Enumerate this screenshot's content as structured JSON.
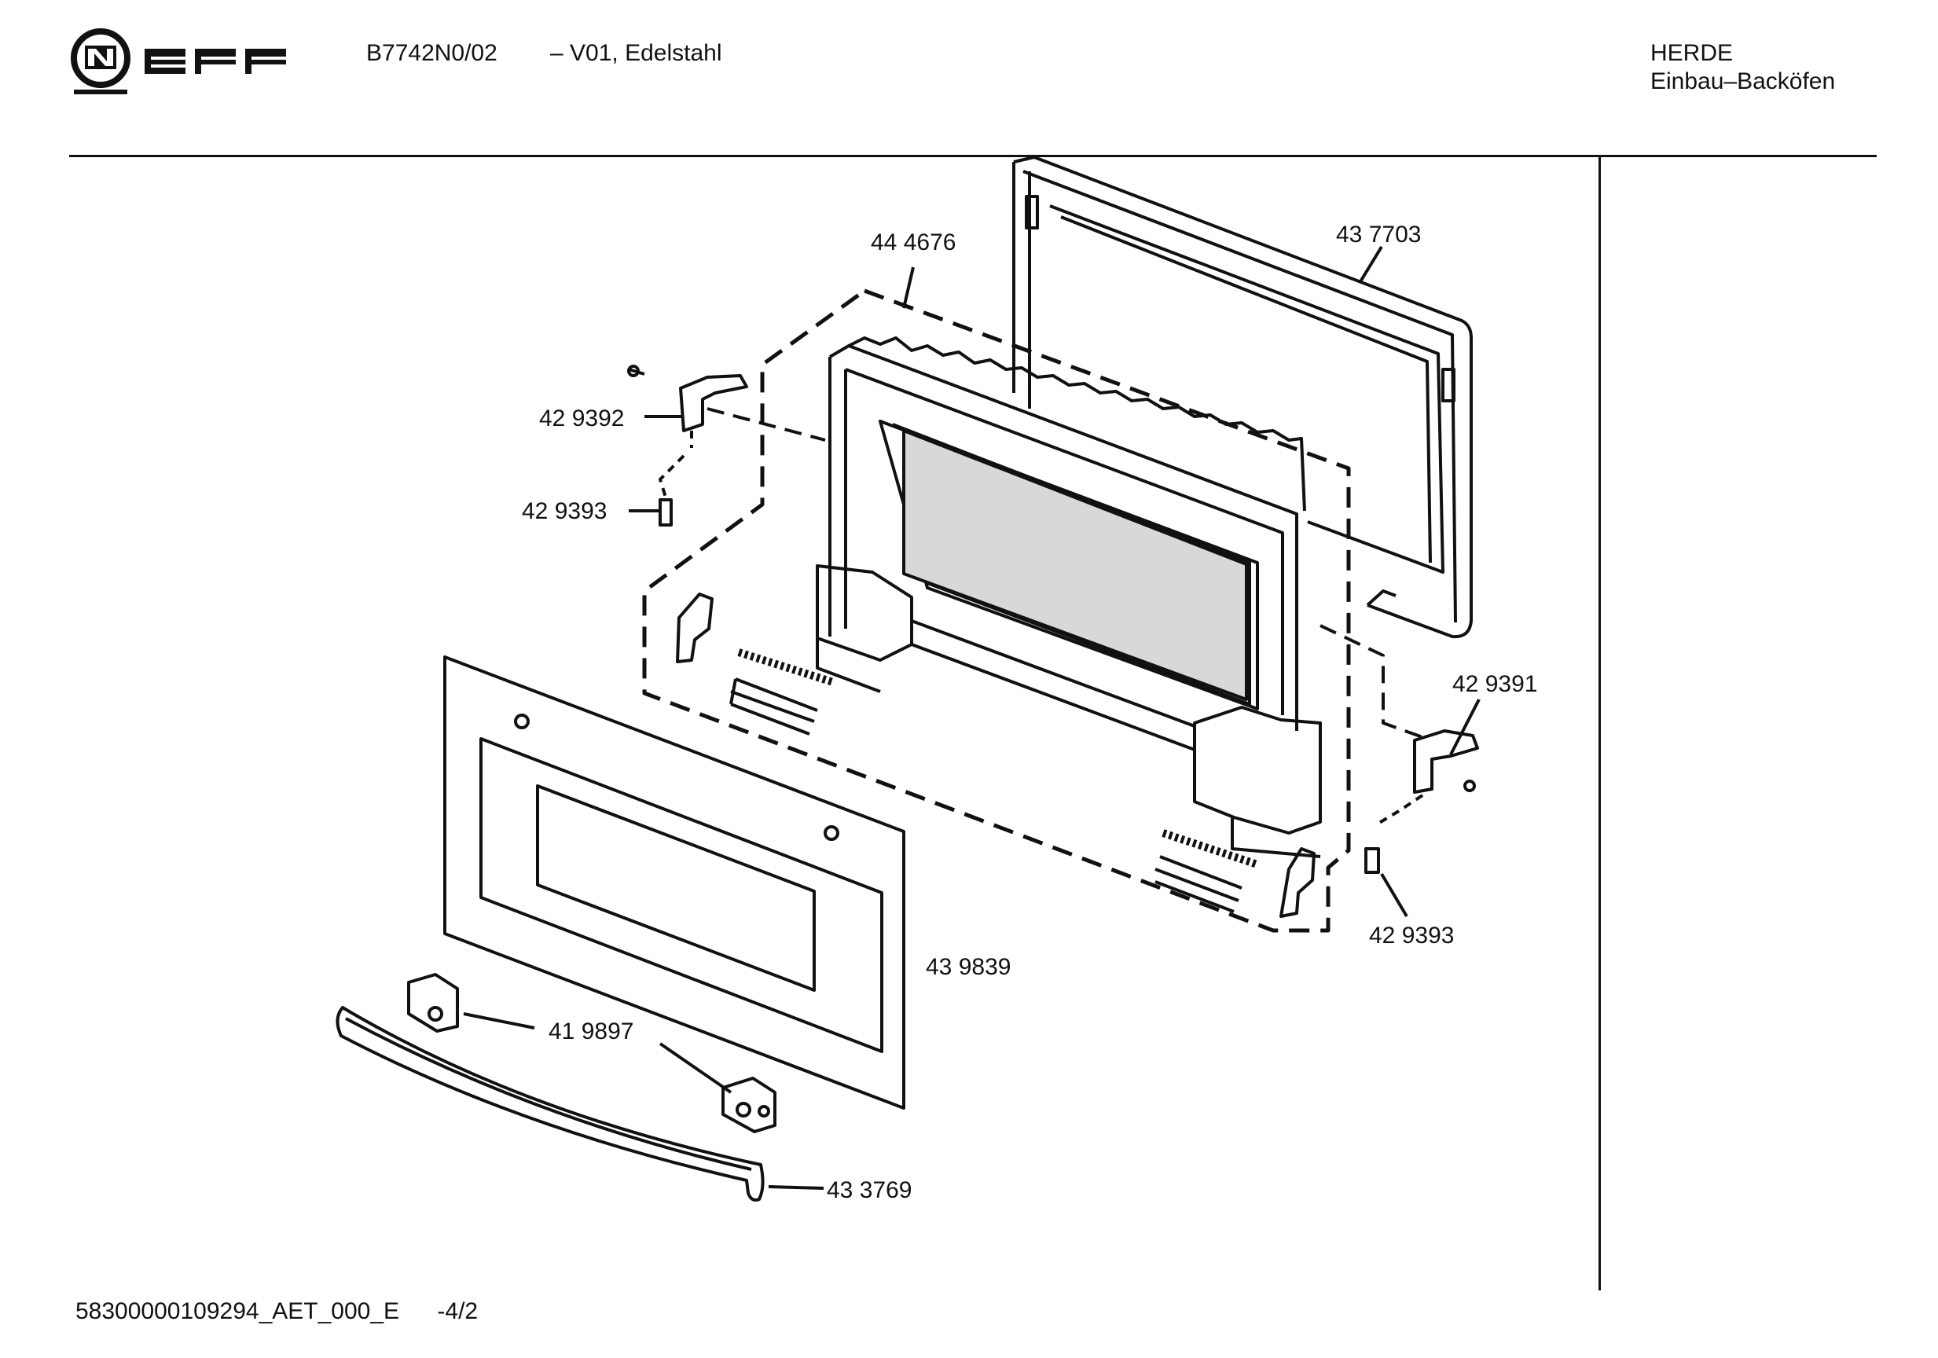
{
  "header": {
    "model": "B7742N0/02",
    "variant": "– V01, Edelstahl",
    "category": "HERDE",
    "subcategory": "Einbau–Backöfen"
  },
  "footer": {
    "doc_code": "58300000109294_AET_000_E",
    "page": "-4/2"
  },
  "parts": [
    {
      "number": "44 4676"
    },
    {
      "number": "43 7703"
    },
    {
      "number": "42 9392"
    },
    {
      "number": "42 9393"
    },
    {
      "number": "42 9391"
    },
    {
      "number": "42 9393"
    },
    {
      "number": "43 9839"
    },
    {
      "number": "41 9897"
    },
    {
      "number": "43 3769"
    }
  ],
  "icons": {
    "logo": "neff-logo-icon"
  }
}
